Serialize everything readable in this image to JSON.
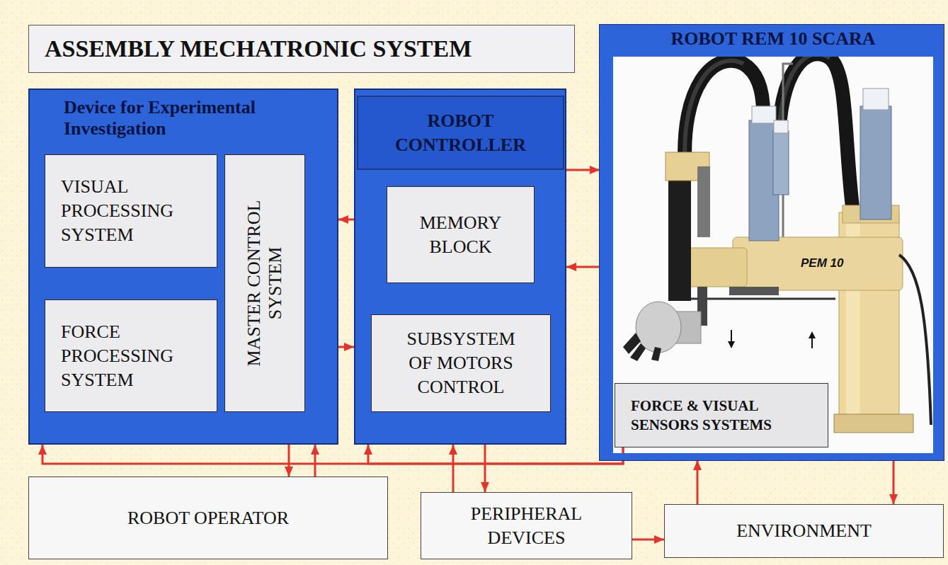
{
  "diagram": {
    "title": "ASSEMBLY MECHATRONIC SYSTEM",
    "nodes": [
      {
        "text": [
          "Device for Experimental Investigation"
        ]
      },
      {
        "text": [
          "VISUAL PROCESSING SYSTEM"
        ],
        "in": 0
      },
      {
        "text": [
          "FORCE PROCESSING SYSTEM"
        ],
        "in": 0
      },
      {
        "text": [
          "MASTER CONTROL SYSTEM"
        ],
        "in": 0
      },
      {
        "text": [
          "ROBOT CONTROLLER"
        ]
      },
      {
        "text": [
          "MEMORY BLOCK"
        ],
        "in": 4
      },
      {
        "text": [
          "SUBSYSTEM OF MOTORS CONTROL"
        ],
        "in": 4
      },
      {
        "text": [
          "ROBOT REM 10 SCARA"
        ]
      },
      {
        "text": [
          "FORCE & VISUAL SENSORS SYSTEMS"
        ],
        "in": 7
      },
      {
        "text": [
          "ROBOT OPERATOR"
        ]
      },
      {
        "text": [
          "PERIPHERAL DEVICES"
        ]
      },
      {
        "text": [
          "ENVIRONMENT"
        ]
      }
    ],
    "edges": [
      {
        "from": 1,
        "to": 3,
        "arrow": "to"
      },
      {
        "from": 3,
        "to": 1,
        "arrow": "to"
      },
      {
        "from": 2,
        "to": 3,
        "arrow": "to"
      },
      {
        "from": 3,
        "to": 2,
        "arrow": "to"
      },
      {
        "from": 4,
        "to": 5,
        "arrow": "to"
      },
      {
        "from": 5,
        "to": 4,
        "arrow": "to"
      },
      {
        "from": 5,
        "to": 6,
        "arrow": "to"
      },
      {
        "from": 6,
        "to": 5,
        "arrow": "to"
      },
      {
        "from": 4,
        "to": 0,
        "arrow": "to"
      },
      {
        "from": 0,
        "to": 4,
        "arrow": "to"
      },
      {
        "from": 4,
        "to": 7,
        "arrow": "to"
      },
      {
        "from": 7,
        "to": 4,
        "arrow": "to"
      },
      {
        "from": 8,
        "to": 0,
        "arrow": "to"
      },
      {
        "from": 8,
        "to": 4,
        "arrow": "to"
      },
      {
        "from": 0,
        "to": 9,
        "arrow": "to"
      },
      {
        "from": 9,
        "to": 0,
        "arrow": "to"
      },
      {
        "from": 10,
        "to": 4,
        "arrow": "to"
      },
      {
        "from": 4,
        "to": 10,
        "arrow": "to"
      },
      {
        "from": 11,
        "to": 7,
        "arrow": "to"
      },
      {
        "from": 7,
        "to": 11,
        "arrow": "to"
      },
      {
        "from": 10,
        "to": 11,
        "arrow": "to"
      }
    ],
    "labels": [
      "PEM 10"
    ]
  }
}
